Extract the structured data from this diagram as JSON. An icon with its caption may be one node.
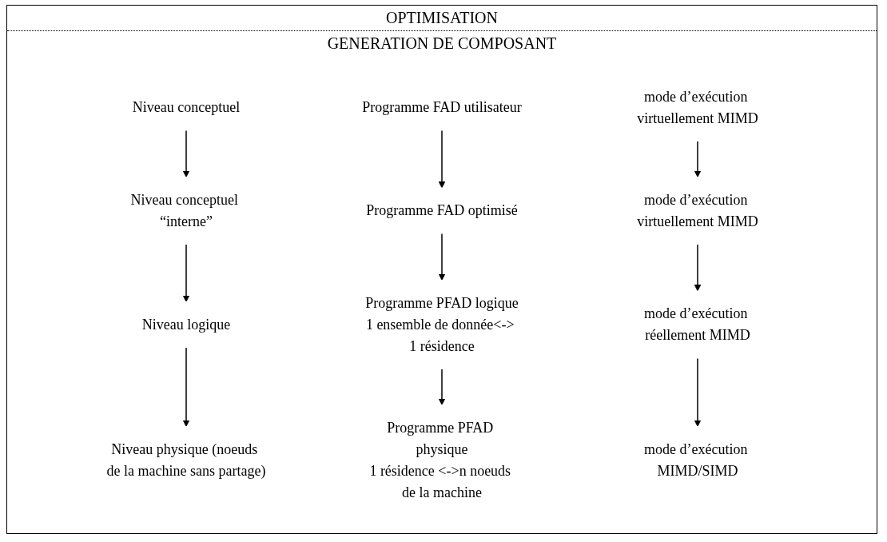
{
  "diagram": {
    "nodes": [
      {
        "text": [
          "Niveau conceptuel"
        ]
      },
      {
        "text": [
          "Programme FAD utilisateur"
        ]
      },
      {
        "text": [
          "mode d’exécution virtuellement MIMD"
        ]
      },
      {
        "text": [
          "Niveau conceptuel “interne”"
        ]
      },
      {
        "text": [
          "Programme FAD optimisé"
        ]
      },
      {
        "text": [
          "mode d’exécution virtuellement MIMD"
        ]
      },
      {
        "text": [
          "Niveau logique"
        ]
      },
      {
        "text": [
          "Programme PFAD logique",
          "1 ensemble de donnée<-> 1 résidence"
        ]
      },
      {
        "text": [
          "mode d’exécution réellement MIMD"
        ]
      },
      {
        "text": [
          "Niveau physique (noeuds de la machine sans partage)"
        ]
      },
      {
        "text": [
          "Programme PFAD physique",
          "1 résidence <->n noeuds de la machine"
        ]
      },
      {
        "text": [
          "mode d’exécution MIMD/SIMD"
        ]
      }
    ],
    "edges": [
      {
        "from": 0,
        "to": 3,
        "arrow": "to"
      },
      {
        "from": 1,
        "to": 4,
        "arrow": "to"
      },
      {
        "from": 2,
        "to": 5,
        "arrow": "to"
      },
      {
        "from": 3,
        "to": 6,
        "arrow": "to"
      },
      {
        "from": 4,
        "to": 7,
        "arrow": "to"
      },
      {
        "from": 5,
        "to": 8,
        "arrow": "to"
      },
      {
        "from": 6,
        "to": 9,
        "arrow": "to"
      },
      {
        "from": 7,
        "to": 10,
        "arrow": "to"
      },
      {
        "from": 8,
        "to": 11,
        "arrow": "to"
      }
    ],
    "labels": [
      "OPTIMISATION",
      "GENERATION DE COMPOSANT"
    ]
  }
}
